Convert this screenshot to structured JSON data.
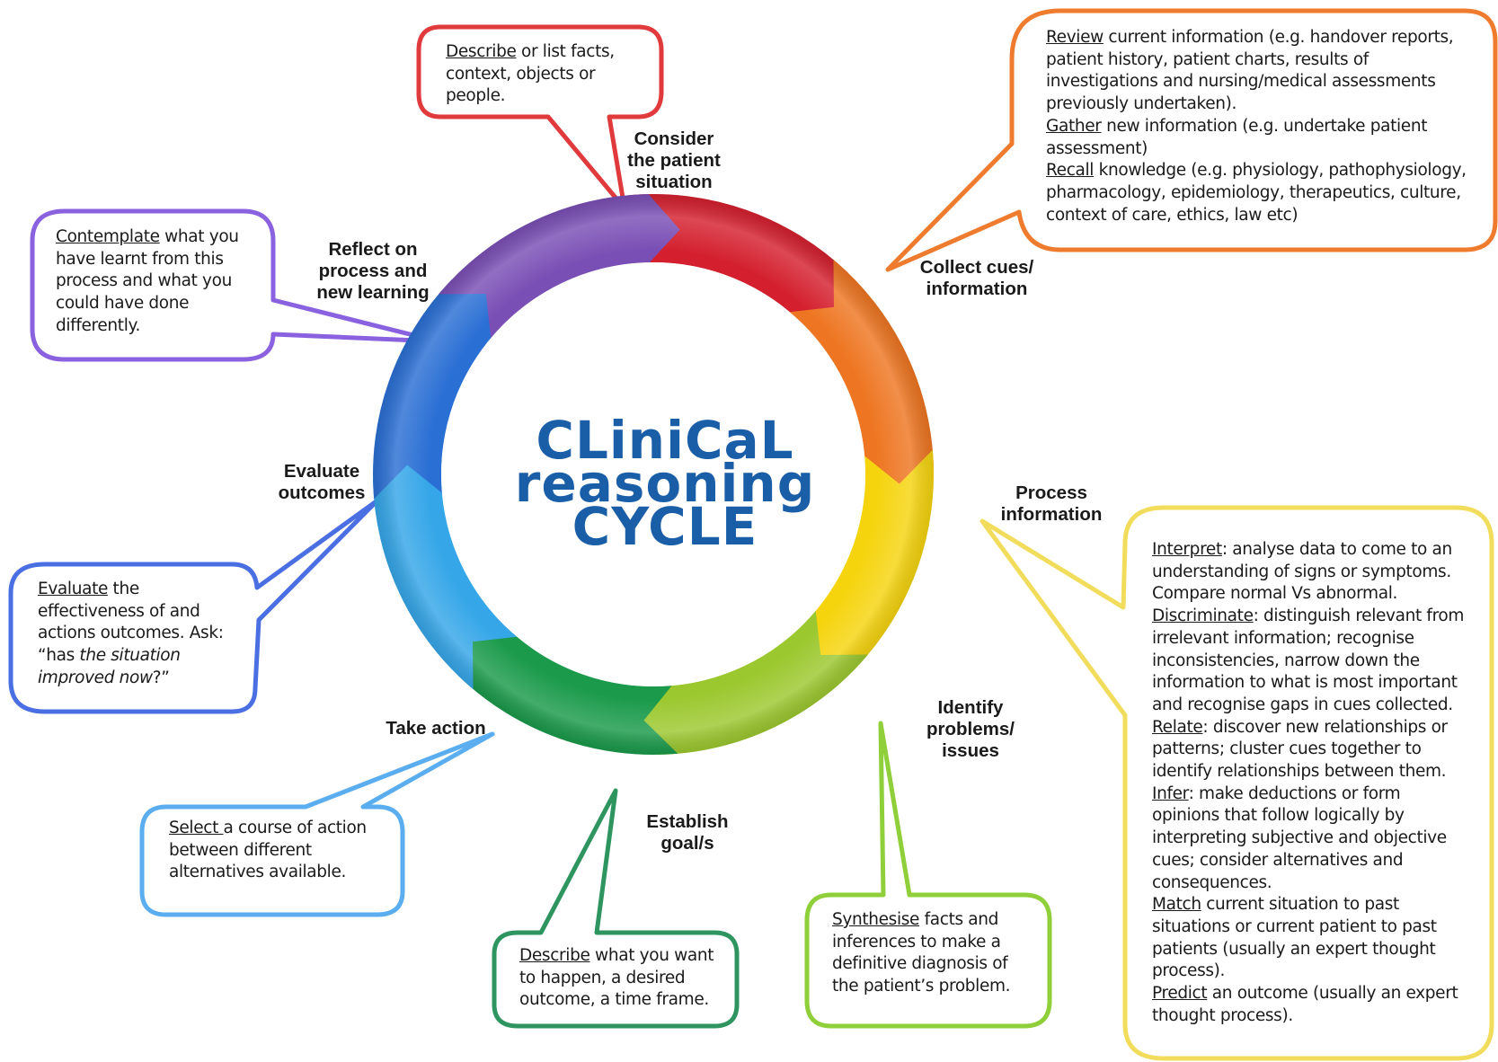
{
  "title": {
    "line1": "CLiniCaL",
    "line2": "reasoning",
    "line3": "CYCLE"
  },
  "ring_colors": {
    "consider": "#d4202e",
    "collect": "#ee7622",
    "process": "#f5d40e",
    "identify": "#9cc82f",
    "establish": "#1a9a4a",
    "take_action": "#35a6e8",
    "evaluate": "#2a6fd4",
    "reflect": "#7a4fb5"
  },
  "stages": {
    "consider": "Consider\nthe patient\nsituation",
    "collect": "Collect cues/\ninformation",
    "process": "Process\ninformation",
    "identify": "Identify\nproblems/\nissues",
    "establish": "Establish\ngoal/s",
    "take_action": "Take action",
    "evaluate": "Evaluate\noutcomes",
    "reflect": "Reflect on\nprocess and\nnew learning"
  },
  "callouts": {
    "consider": {
      "color": "#e03a3c",
      "keyword": "Describe",
      "rest": " or list facts, context, objects or people."
    },
    "collect": {
      "color": "#ee7b2e",
      "items": [
        {
          "keyword": "Review",
          "rest": " current information (e.g. handover reports, patient history, patient charts, results of investigations and nursing/medical assessments previously undertaken)."
        },
        {
          "keyword": "Gather",
          "rest": " new information (e.g. undertake patient assessment)"
        },
        {
          "keyword": "Recall",
          "rest": " knowledge (e.g. physiology, pathophysiology, pharmacology, epidemiology, therapeutics, culture, context of care, ethics, law etc)"
        }
      ]
    },
    "process": {
      "color": "#f2dc5c",
      "items": [
        {
          "keyword": "Interpret",
          "rest": ": analyse data to come to an understanding of signs or symptoms. Compare normal Vs abnormal."
        },
        {
          "keyword": "Discriminate",
          "rest": ": distinguish relevant from irrelevant information; recognise inconsistencies, narrow down the information to what is most important and recognise gaps in cues collected."
        },
        {
          "keyword": "Relate",
          "rest": ": discover new relationships or patterns; cluster cues together to identify relationships between them."
        },
        {
          "keyword": "Infer",
          "rest": ": make deductions or form opinions that follow logically by interpreting subjective and objective cues; consider alternatives and consequences."
        },
        {
          "keyword": "Match",
          "rest": " current situation to past situations or current patient to past patients (usually an expert thought process)."
        },
        {
          "keyword": "Predict",
          "rest": " an outcome (usually an expert thought process)."
        }
      ]
    },
    "identify": {
      "color": "#8fcf3a",
      "keyword": "Synthesise",
      "rest": " facts and inferences to make a definitive diagnosis of the patient’s problem."
    },
    "establish": {
      "color": "#2e9560",
      "keyword": "Describe",
      "rest": " what you want to happen, a desired outcome, a time frame."
    },
    "take_action": {
      "color": "#5aaef0",
      "keyword": "Select ",
      "rest": "a course of action between different alternatives available."
    },
    "evaluate": {
      "color": "#4a6fe3",
      "keyword": "Evaluate",
      "rest_a": " the effectiveness of and actions outcomes. Ask: “has ",
      "italic": "the situation improved now",
      "rest_b": "?”"
    },
    "reflect": {
      "color": "#8a62e0",
      "keyword": "Contemplate",
      "rest": " what you have learnt from this process and what you could have done differently."
    }
  }
}
